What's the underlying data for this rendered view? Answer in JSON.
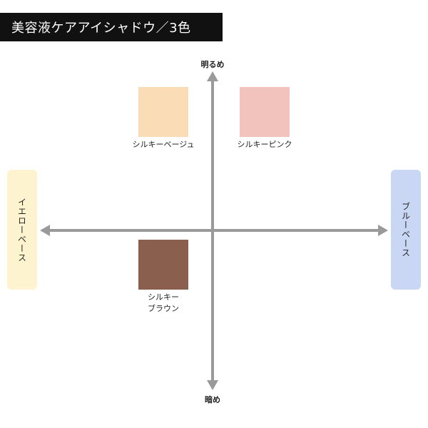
{
  "title": "美容液ケアアイシャドウ／3色",
  "axes": {
    "top": "明るめ",
    "bottom": "暗め",
    "left": "イエローベース",
    "right": "ブルーベース"
  },
  "colors": {
    "axis": "#9a9a9a",
    "left_box": "#fdf3cf",
    "right_box": "#c9d7f5"
  },
  "swatches": [
    {
      "label": "シルキーベージュ",
      "label_lines": [
        "シルキーベージュ"
      ],
      "color": "#fadcb6"
    },
    {
      "label": "シルキーピンク",
      "label_lines": [
        "シルキーピンク"
      ],
      "color": "#f2c3bd"
    },
    {
      "label": "シルキーブラウン",
      "label_lines": [
        "シルキー",
        "ブラウン"
      ],
      "color": "#8b5f4e"
    }
  ]
}
